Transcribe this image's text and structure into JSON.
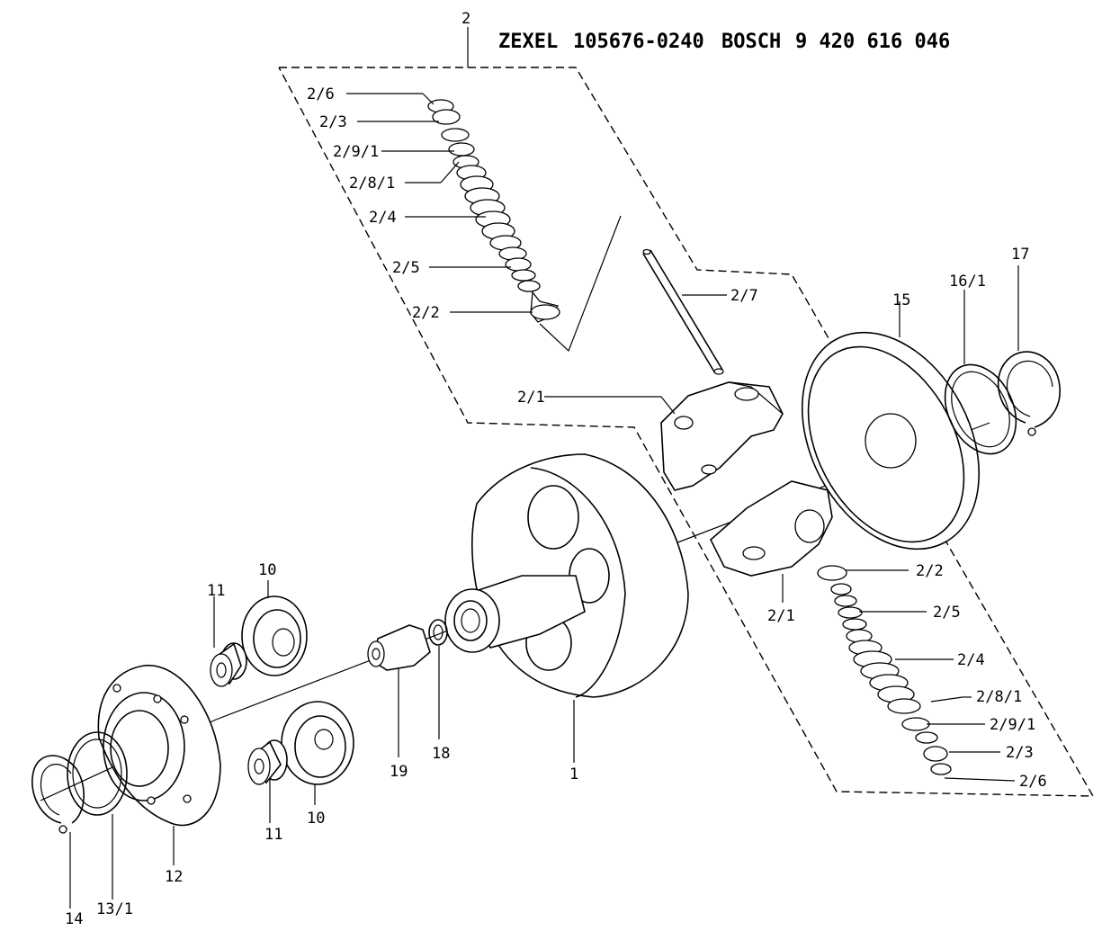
{
  "header": {
    "brand1": "ZEXEL",
    "part1": "105676-0240",
    "brand2": "BOSCH",
    "part2": "9 420 616 046"
  },
  "callouts": {
    "c2": "2",
    "c2_6a": "2/6",
    "c2_3a": "2/3",
    "c2_9_1a": "2/9/1",
    "c2_8_1a": "2/8/1",
    "c2_4a": "2/4",
    "c2_5a": "2/5",
    "c2_2a": "2/2",
    "c2_7": "2/7",
    "c2_1a": "2/1",
    "c15": "15",
    "c16_1": "16/1",
    "c17": "17",
    "c2_2b": "2/2",
    "c2_1b": "2/1",
    "c2_5b": "2/5",
    "c2_4b": "2/4",
    "c2_8_1b": "2/8/1",
    "c2_9_1b": "2/9/1",
    "c2_3b": "2/3",
    "c2_6b": "2/6",
    "c10a": "10",
    "c11a": "11",
    "c10b": "10",
    "c11b": "11",
    "c19": "19",
    "c18": "18",
    "c1": "1",
    "c12": "12",
    "c14": "14",
    "c13_1": "13/1"
  }
}
